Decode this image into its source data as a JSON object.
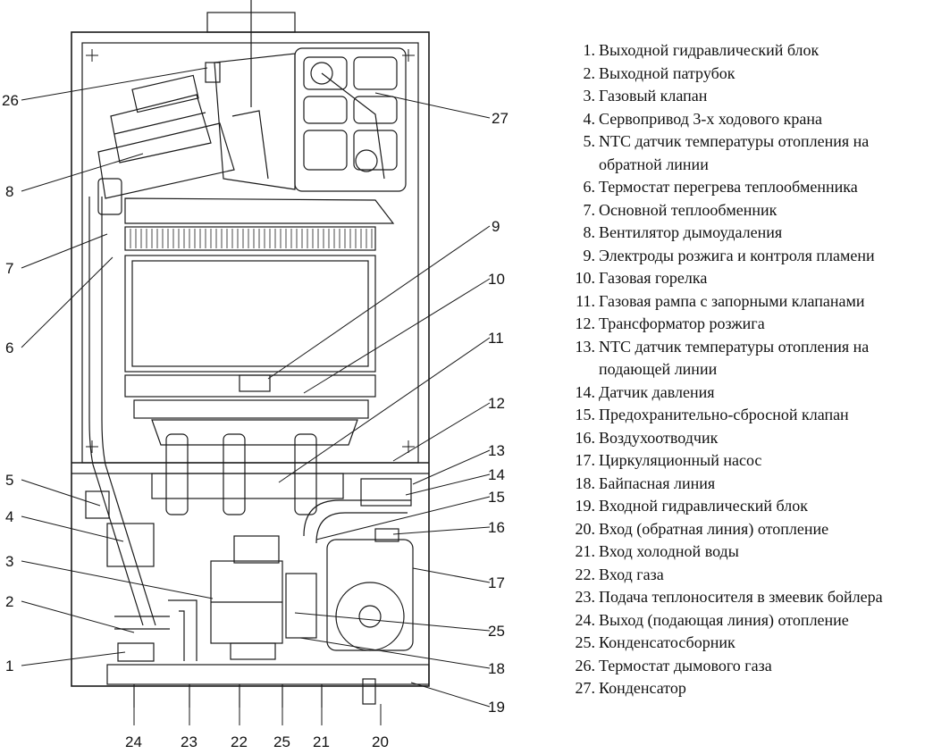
{
  "callouts": {
    "c1": "1",
    "c2": "2",
    "c3": "3",
    "c4": "4",
    "c5": "5",
    "c6": "6",
    "c7": "7",
    "c8": "8",
    "c9": "9",
    "c10": "10",
    "c11": "11",
    "c12": "12",
    "c13": "13",
    "c14": "14",
    "c15": "15",
    "c16": "16",
    "c17": "17",
    "c18": "18",
    "c19": "19",
    "c20": "20",
    "c21": "21",
    "c22": "22",
    "c23": "23",
    "c24": "24",
    "c25": "25",
    "c26": "26",
    "c27": "27"
  },
  "legend": [
    {
      "num": "1.",
      "text": "Выходной гидравлический блок"
    },
    {
      "num": "2.",
      "text": "Выходной патрубок"
    },
    {
      "num": "3.",
      "text": "Газовый клапан"
    },
    {
      "num": "4.",
      "text": "Сервопривод 3-х ходового крана"
    },
    {
      "num": "5.",
      "text": "NTC датчик температуры отопления на обратной линии"
    },
    {
      "num": "6.",
      "text": "Термостат перегрева теплообменника"
    },
    {
      "num": "7.",
      "text": "Основной теплообменник"
    },
    {
      "num": "8.",
      "text": "Вентилятор дымоудаления"
    },
    {
      "num": "9.",
      "text": "Электроды розжига и контроля пламени"
    },
    {
      "num": "10.",
      "text": "Газовая горелка"
    },
    {
      "num": "11.",
      "text": "Газовая рампа с запорными клапанами"
    },
    {
      "num": "12.",
      "text": "Трансформатор розжига"
    },
    {
      "num": "13.",
      "text": "NTC датчик температуры отопления на подающей линии"
    },
    {
      "num": "14.",
      "text": "Датчик давления"
    },
    {
      "num": "15.",
      "text": "Предохранительно-сбросной клапан"
    },
    {
      "num": "16.",
      "text": "Воздухоотводчик"
    },
    {
      "num": "17.",
      "text": "Циркуляционный насос"
    },
    {
      "num": "18.",
      "text": "Байпасная линия"
    },
    {
      "num": "19.",
      "text": "Входной гидравлический блок"
    },
    {
      "num": "20.",
      "text": "Вход (обратная линия) отопление"
    },
    {
      "num": "21.",
      "text": "Вход холодной воды"
    },
    {
      "num": "22.",
      "text": "Вход газа"
    },
    {
      "num": "23.",
      "text": "Подача теплоносителя в змеевик бойлера"
    },
    {
      "num": "24.",
      "text": "Выход (подающая линия) отопление"
    },
    {
      "num": "25.",
      "text": "Конденсатосборник"
    },
    {
      "num": "26.",
      "text": "Термостат дымового газа"
    },
    {
      "num": "27.",
      "text": "Конденсатор"
    }
  ]
}
